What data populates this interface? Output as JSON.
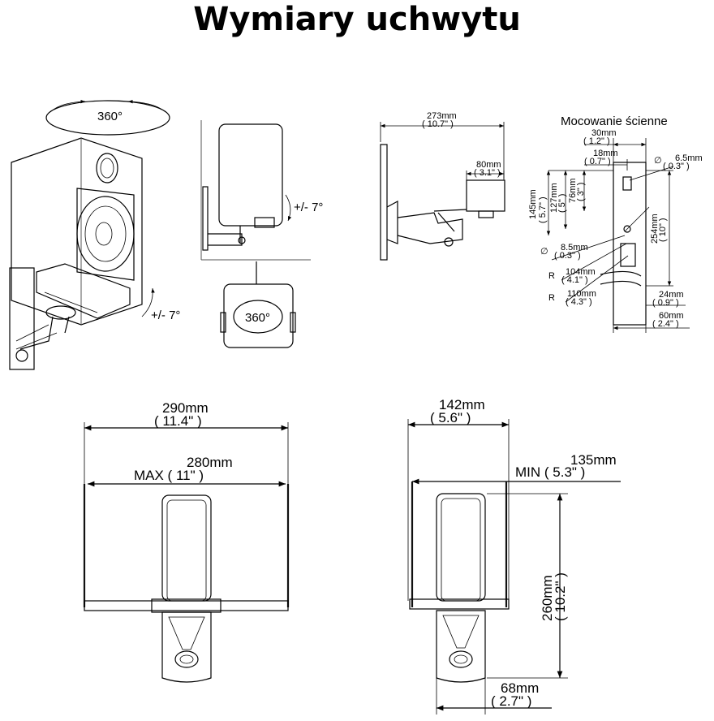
{
  "title": "Wymiary uchwytu",
  "top_left": {
    "rotation_top": "360°",
    "tilt_left": "+/- 7°",
    "tilt_mid": "+/- 7°",
    "rotation_bottom": "360°"
  },
  "side_view": {
    "width_mm": "273mm",
    "width_in": "( 10.7\" )",
    "depth_mm": "80mm",
    "depth_in": "( 3.1\" )"
  },
  "wall_mount": {
    "heading": "Mocowanie ścienne",
    "d30_mm": "30mm",
    "d30_in": "( 1.2\" )",
    "d18_mm": "18mm",
    "d18_in": "( 0.7\" )",
    "hole_sym_top": "∅",
    "hole_top_mm": "6.5mm",
    "hole_top_in": "( 0.3\" )",
    "h145_mm": "145mm",
    "h145_in": "( 5.7\" )",
    "h127_mm": "127mm",
    "h127_in": "( 5\" )",
    "h76_mm": "76mm",
    "h76_in": "( 3\" )",
    "h254_mm": "254mm",
    "h254_in": "( 10\" )",
    "hole_sym_mid": "∅",
    "hole_mid_mm": "8.5mm",
    "hole_mid_in": "( 0.3\" )",
    "r1_sym": "R",
    "r104_mm": "104mm",
    "r104_in": "( 4.1\" )",
    "r2_sym": "R",
    "r110_mm": "110mm",
    "r110_in": "( 4.3\" )",
    "d24_mm": "24mm",
    "d24_in": "( 0.9\" )",
    "d60_mm": "60mm",
    "d60_in": "( 2.4\" )"
  },
  "max_view": {
    "outer_mm": "290mm",
    "outer_in": "( 11.4\" )",
    "inner_mm": "280mm",
    "inner_label": "MAX ( 11\" )"
  },
  "min_view": {
    "outer_mm": "142mm",
    "outer_in": "( 5.6\" )",
    "inner_mm": "135mm",
    "inner_label": "MIN ( 5.3\" )",
    "height_mm": "260mm",
    "height_in": "( 10.2\" )",
    "bottom_mm": "68mm",
    "bottom_in": "( 2.7\" )"
  }
}
